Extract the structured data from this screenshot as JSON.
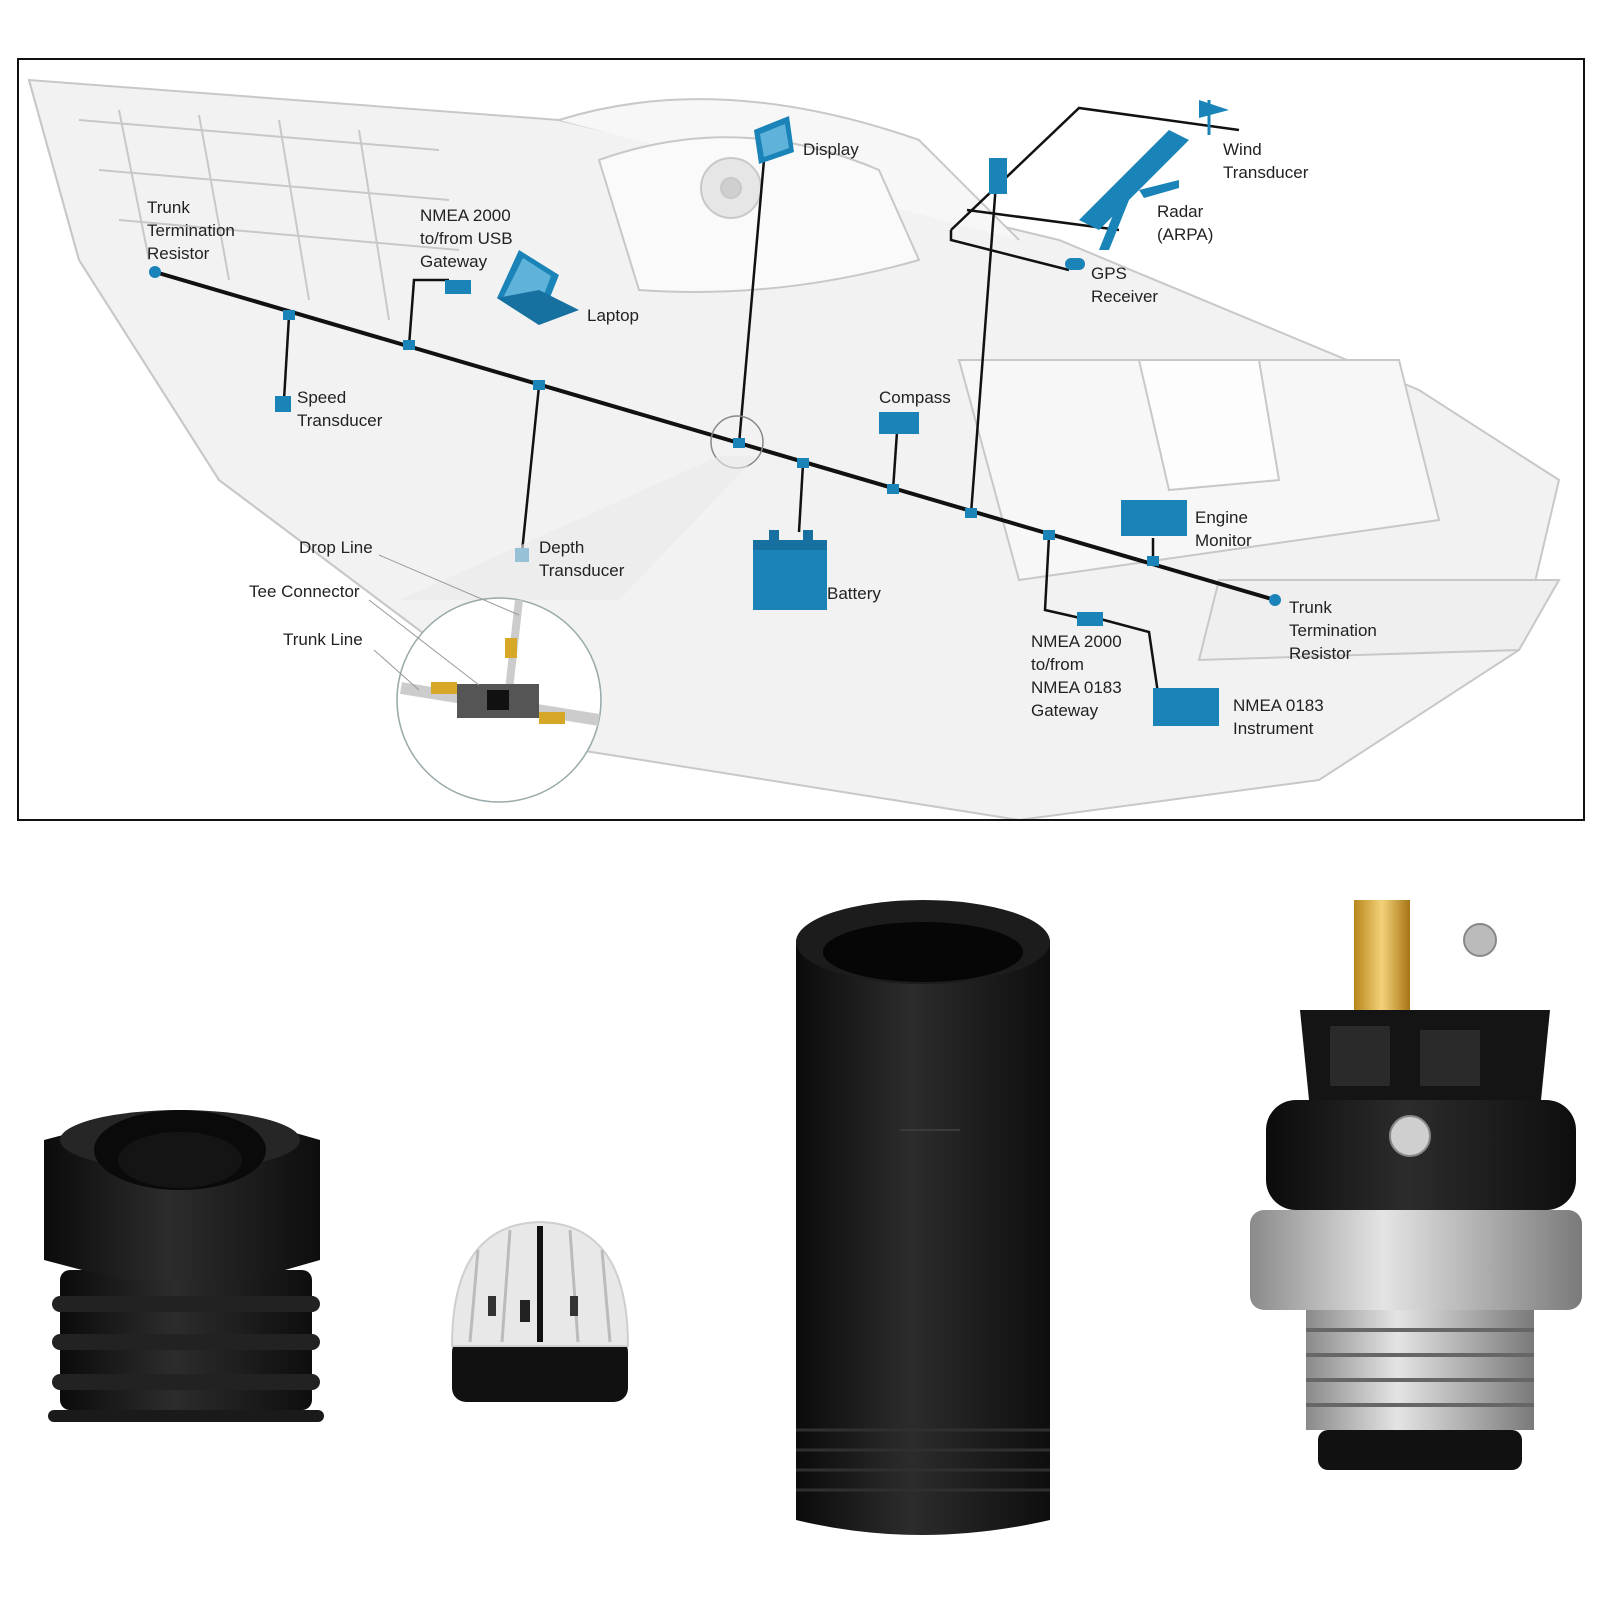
{
  "diagram": {
    "labels": {
      "trunk_termination_left": "Trunk\nTermination\nResistor",
      "nmea_usb_gateway": "NMEA 2000\nto/from USB\nGateway",
      "display": "Display",
      "wind_transducer": "Wind\nTransducer",
      "radar": "Radar\n(ARPA)",
      "gps_receiver": "GPS\nReceiver",
      "laptop": "Laptop",
      "speed_transducer": "Speed\nTransducer",
      "compass": "Compass",
      "engine_monitor": "Engine\nMonitor",
      "drop_line": "Drop Line",
      "depth_transducer": "Depth\nTransducer",
      "tee_connector": "Tee Connector",
      "battery": "Battery",
      "trunk_line": "Trunk Line",
      "trunk_termination_right": "Trunk\nTermination\nResistor",
      "nmea_0183_gateway": "NMEA 2000\nto/from\nNMEA 0183\nGateway",
      "nmea_0183_instrument": "NMEA 0183\nInstrument"
    },
    "colors": {
      "accent": "#1a84b8",
      "trunk": "#111111",
      "boat_outline": "#c8c8c8"
    }
  },
  "parts": {
    "items": [
      {
        "icon": "hex-nut-icon"
      },
      {
        "icon": "cable-clamp-icon"
      },
      {
        "icon": "housing-sleeve-icon"
      },
      {
        "icon": "connector-insert-icon"
      }
    ]
  }
}
